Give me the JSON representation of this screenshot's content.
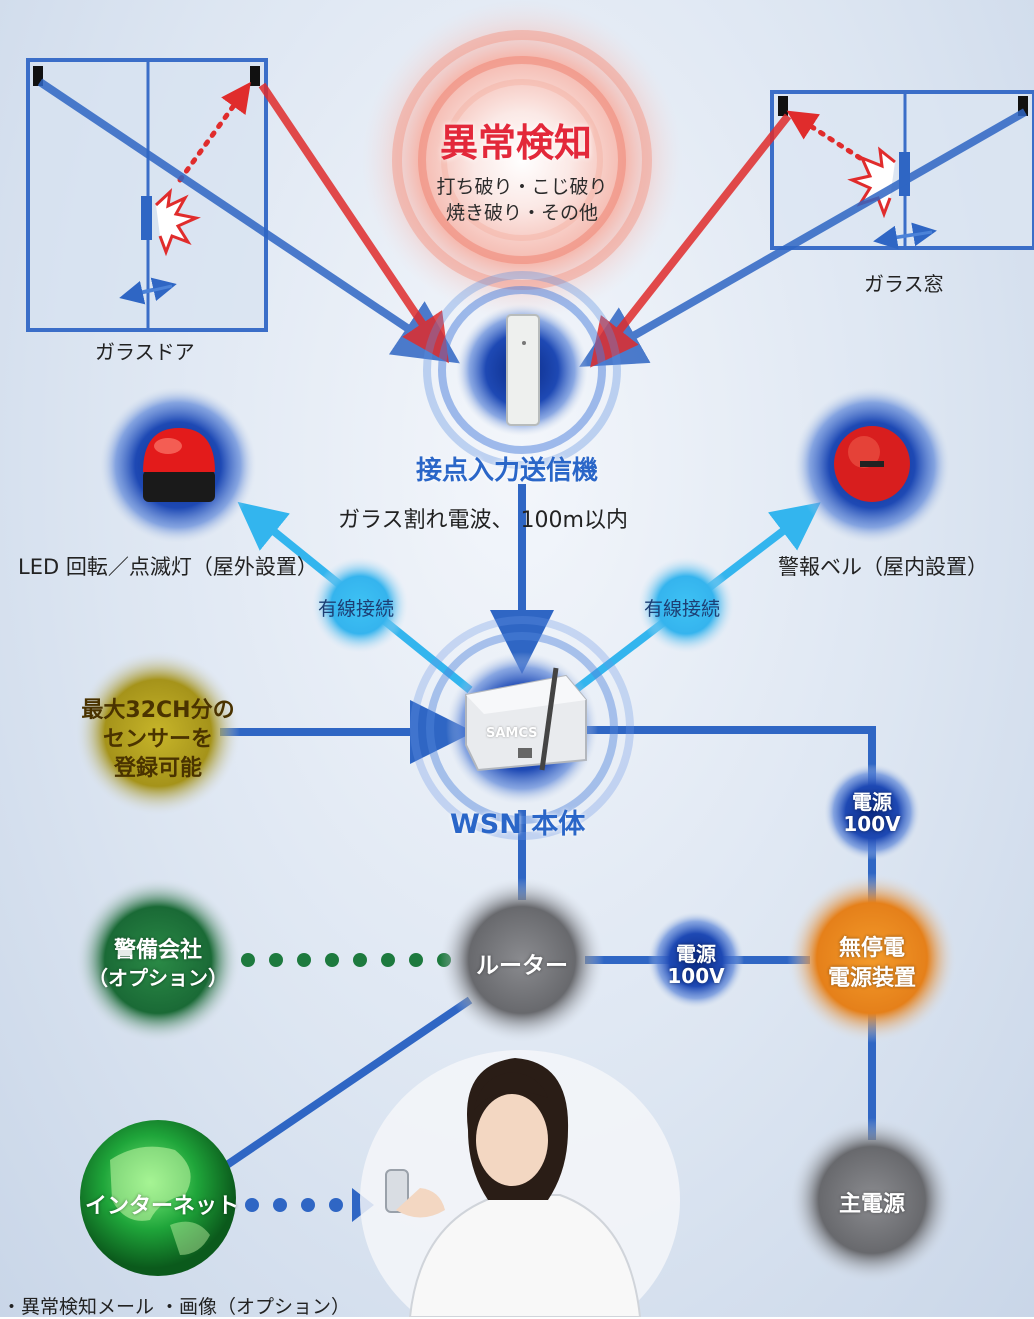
{
  "alert": {
    "title": "異常検知",
    "line1": "打ち破り・こじ破り",
    "line2": "焼き破り・その他"
  },
  "devices": {
    "glass_door": "ガラスドア",
    "glass_window": "ガラス窓",
    "transmitter": "接点入力送信機",
    "radio_range": "ガラス割れ電波、 100m以内",
    "led_lamp": "LED 回転／点滅灯（屋外設置）",
    "bell": "警報ベル（屋内設置）",
    "wired_left": "有線接続",
    "wired_right": "有線接続",
    "sensors_line1": "最大32CH分の",
    "sensors_line2": "センサーを",
    "sensors_line3": "登録可能",
    "wsn": "WSN 本体",
    "wsn_logo": "SAMCS",
    "power_right_line1": "電源",
    "power_right_line2": "100V",
    "security_line1": "警備会社",
    "security_line2": "（オプション）",
    "router": "ルーター",
    "power_mid_line1": "電源",
    "power_mid_line2": "100V",
    "ups_line1": "無停電",
    "ups_line2": "電源装置",
    "internet": "インターネット",
    "main_power": "主電源",
    "email_note": "・異常検知メール ・画像（オプション）"
  },
  "colors": {
    "line_blue": "#2f66c4",
    "arrow_red": "#e02c2c",
    "light_blue": "#33b5ee",
    "green_dots": "#1d7a3e",
    "router_gray": "#6e6f73",
    "ups_orange": "#ea8a1c",
    "sensor_olive": "#a99a12"
  },
  "icons": [
    "glass-door-icon",
    "glass-window-icon",
    "transmitter-icon",
    "led-lamp-icon",
    "alarm-bell-icon",
    "wsn-unit-icon",
    "globe-icon",
    "person-phone-icon"
  ]
}
